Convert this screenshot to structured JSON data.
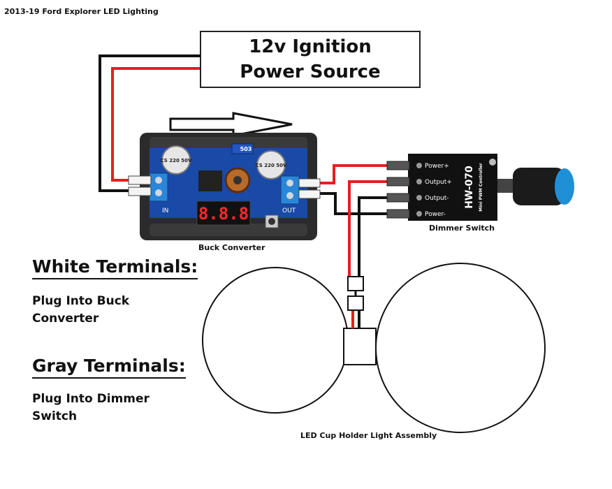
{
  "title": "2013-19 Ford Explorer LED Lighting",
  "power_source": {
    "line1": "12v Ignition",
    "line2": "Power Source"
  },
  "buck_converter": {
    "caption": "Buck Converter",
    "cap_label_1": "CS 220 50V",
    "cap_label_2": "CS 220 50V",
    "pot_label": "503",
    "display": "8.8.8",
    "in_label": "IN",
    "out_label": "OUT"
  },
  "dimmer": {
    "caption": "Dimmer Switch",
    "pins": [
      "Power+",
      "Output+",
      "Output-",
      "Power-"
    ],
    "model": "HW-070",
    "subtitle": "Mini PWM Controller"
  },
  "led_assembly": {
    "caption": "LED Cup Holder Light Assembly"
  },
  "white_terminals": {
    "heading": "White Terminals:",
    "text": "Plug Into Buck Converter"
  },
  "gray_terminals": {
    "heading": "Gray Terminals:",
    "text": "Plug Into Dimmer Switch"
  },
  "colors": {
    "wire_positive": "#e81e1e",
    "wire_negative": "#111111",
    "board_blue": "#1a4aa8",
    "knob_blue": "#1f8fd6",
    "display_red": "#ff2a2a"
  }
}
